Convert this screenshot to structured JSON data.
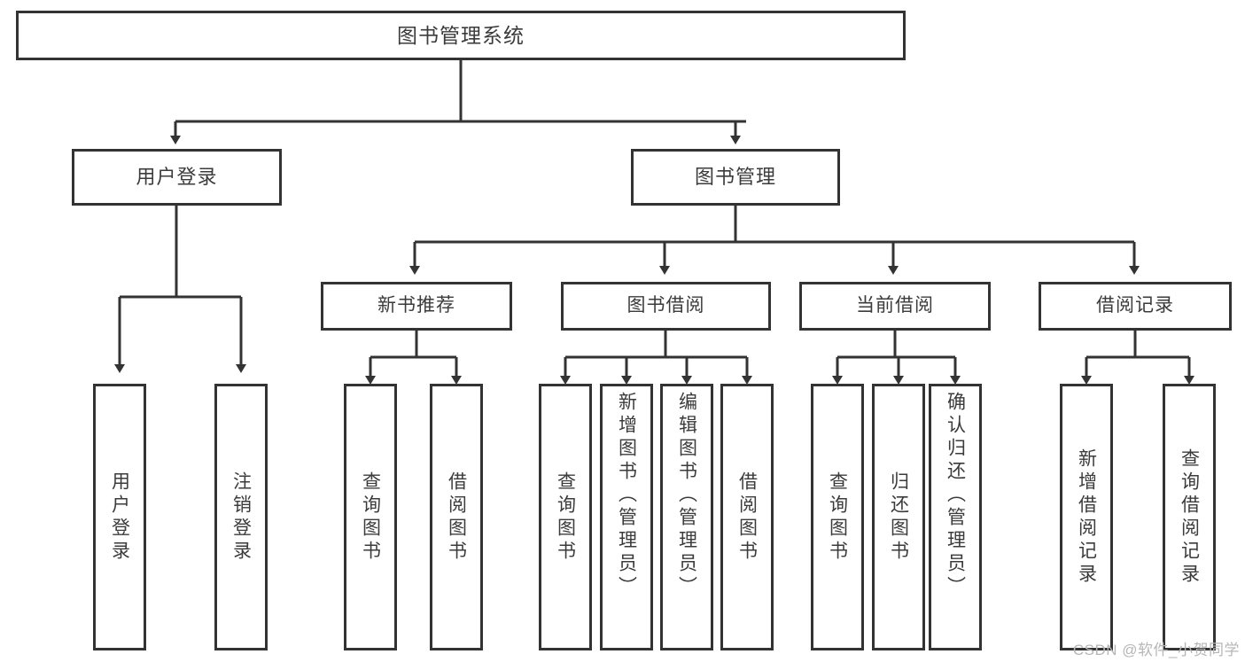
{
  "diagram": {
    "title": "图书管理系统",
    "type": "tree-hierarchy-chart",
    "root": {
      "label": "图书管理系统"
    },
    "level2": [
      {
        "label": "用户登录"
      },
      {
        "label": "图书管理"
      }
    ],
    "level3": [
      {
        "label": "新书推荐"
      },
      {
        "label": "图书借阅"
      },
      {
        "label": "当前借阅"
      },
      {
        "label": "借阅记录"
      }
    ],
    "leaves": {
      "user_login": [
        {
          "label": "用户登录"
        },
        {
          "label": "注销登录"
        }
      ],
      "new_book_recommend": [
        {
          "label": "查询图书"
        },
        {
          "label": "借阅图书"
        }
      ],
      "book_borrow": [
        {
          "label": "查询图书"
        },
        {
          "label": "新增图书（管理员）"
        },
        {
          "label": "编辑图书（管理员）"
        },
        {
          "label": "借阅图书"
        }
      ],
      "current_borrow": [
        {
          "label": "查询图书"
        },
        {
          "label": "归还图书"
        },
        {
          "label": "确认归还（管理员）"
        }
      ],
      "borrow_record": [
        {
          "label": "新增借阅记录"
        },
        {
          "label": "查询借阅记录"
        }
      ]
    }
  },
  "watermark": {
    "text": "CSDN @软件_小贺同学"
  },
  "colors": {
    "stroke": "#333333",
    "box_fill": "#ffffff",
    "text": "#3b3b3b",
    "watermark": "#b6b6b6",
    "background": "#ffffff"
  }
}
